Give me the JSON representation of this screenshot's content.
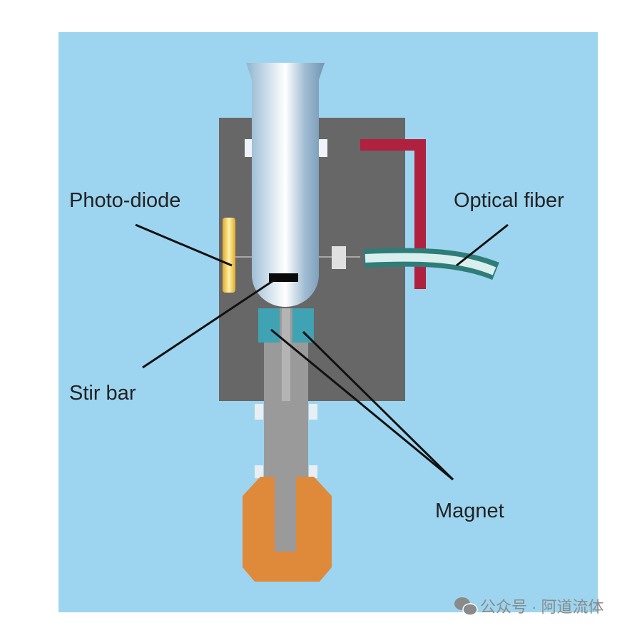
{
  "diagram": {
    "labels": {
      "photo_diode": "Photo-diode",
      "optical_fiber": "Optical fiber",
      "stir_bar": "Stir bar",
      "magnet": "Magnet"
    },
    "colors": {
      "background": "#9dd5f0",
      "body": "#676767",
      "red_conduit": "#b0213f",
      "photo_diode": "#f2c23a",
      "magnet": "#3fa3b3",
      "fiber": "#3d8c87",
      "base": "#df8a3b",
      "shaft": "#9a9a9a"
    }
  },
  "watermark": {
    "text": "公众号 · 阿道流体",
    "icon": "wechat-icon"
  }
}
